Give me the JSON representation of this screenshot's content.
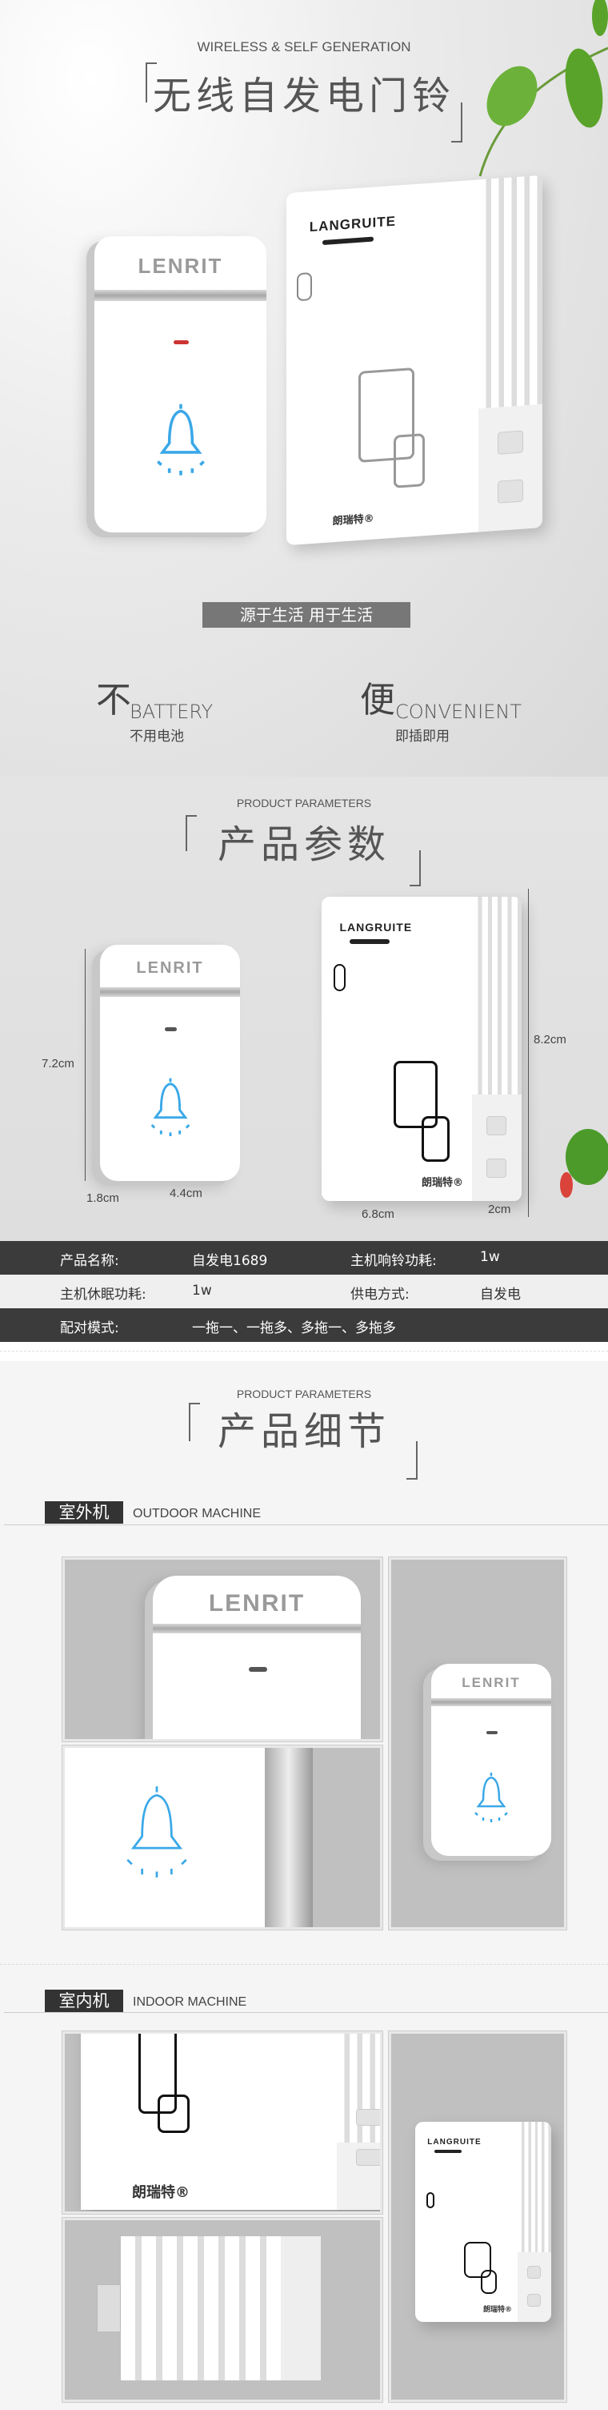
{
  "hero": {
    "subtitle": "WIRELESS & SELF GENERATION",
    "title": "无线自发电门铃",
    "banner": "源于生活 用于生活",
    "feature_left": {
      "char": "不",
      "en": "BATTERY",
      "cn": "不用电池"
    },
    "feature_right": {
      "char": "便",
      "en": "CONVENIENT",
      "cn": "即插即用"
    }
  },
  "brands": {
    "outdoor_logo": "LENRIT",
    "indoor_logo": "LANGRUITE",
    "indoor_cn": "朗瑞特®"
  },
  "params": {
    "subtitle": "PRODUCT PARAMETERS",
    "title": "产品参数",
    "dims": {
      "outdoor_height": "7.2cm",
      "outdoor_depth": "1.8cm",
      "outdoor_width": "4.4cm",
      "indoor_height": "8.2cm",
      "indoor_width": "6.8cm",
      "indoor_depth": "2cm"
    },
    "table": [
      {
        "k1": "产品名称:",
        "v1": "自发电1689",
        "k2": "主机响铃功耗:",
        "v2": "1w"
      },
      {
        "k1": "主机休眠功耗:",
        "v1": "1w",
        "k2": "供电方式:",
        "v2": "自发电"
      },
      {
        "k1": "配对模式:",
        "v1": "一拖一、一拖多、多拖一、多拖多",
        "k2": "",
        "v2": ""
      }
    ]
  },
  "details": {
    "subtitle": "PRODUCT PARAMETERS",
    "title": "产品细节",
    "outdoor": {
      "tag": "室外机",
      "label": "OUTDOOR MACHINE"
    },
    "indoor": {
      "tag": "室内机",
      "label": "INDOOR MACHINE"
    }
  },
  "colors": {
    "bell_blue": "#3aa8e8",
    "dark_row": "#3b3b3b",
    "leaf_green": "#5aa32a"
  }
}
